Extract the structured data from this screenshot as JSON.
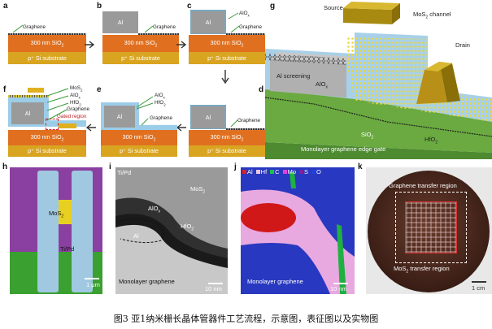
{
  "panels": {
    "a": {
      "letter": "a",
      "graphene": "Graphene",
      "sio2": "300 nm SiO",
      "sio2_sub": "2",
      "substrate": "p⁺ Si substrate"
    },
    "b": {
      "letter": "b",
      "al": "Al",
      "graphene": "Graphene",
      "sio2": "300 nm SiO",
      "sio2_sub": "2",
      "substrate": "p⁺ Si substrate"
    },
    "c": {
      "letter": "c",
      "al": "Al",
      "alox": "AlO",
      "alox_sub": "x",
      "graphene": "Graphene",
      "sio2": "300 nm SiO",
      "sio2_sub": "2",
      "substrate": "p⁺ Si substrate"
    },
    "d": {
      "letter": "d",
      "al": "Al",
      "graphene": "Graphene",
      "sio2": "300 nm SiO",
      "sio2_sub": "2",
      "substrate": "p⁺ Si substrate"
    },
    "e": {
      "letter": "e",
      "al": "Al",
      "alox": "AlO",
      "alox_sub": "x",
      "hfo2": "HfO",
      "hfo2_sub": "2",
      "graphene": "Graphene",
      "sio2": "300 nm SiO",
      "sio2_sub": "2",
      "substrate": "p⁺ Si substrate"
    },
    "f": {
      "letter": "f",
      "mos2": "MoS",
      "mos2_sub": "2",
      "alox": "AlO",
      "alox_sub": "x",
      "hfo2": "HfO",
      "hfo2_sub": "2",
      "graphene": "Graphene",
      "gated": "Gated region",
      "al": "Al",
      "sio2": "300 nm SiO",
      "sio2_sub": "2",
      "substrate": "p⁺ Si substrate"
    },
    "g": {
      "letter": "g",
      "source": "Source",
      "mos2_channel": "MoS",
      "mos2_channel_sub": "2",
      "mos2_channel_tail": " channel",
      "drain": "Drain",
      "al_screening": "Al screening",
      "alox": "AlO",
      "alox_sub": "x",
      "sio2": "SiO",
      "sio2_sub": "2",
      "hfo2": "HfO",
      "hfo2_sub": "2",
      "edge_gate": "Monolayer graphene edge gate"
    },
    "h": {
      "letter": "h",
      "mos2": "MoS",
      "mos2_sub": "2",
      "tipd": "Ti/Pd",
      "scale": "1 μm"
    },
    "i": {
      "letter": "i",
      "tipd": "Ti/Pd",
      "mos2": "MoS",
      "mos2_sub": "2",
      "alox": "AlO",
      "alox_sub": "x",
      "hfo2": "HfO",
      "hfo2_sub": "2",
      "al": "Al",
      "graphene": "Monolayer graphene",
      "scale": "10 nm"
    },
    "j": {
      "letter": "j",
      "legend": [
        {
          "name": "Al",
          "color": "#e02020"
        },
        {
          "name": "Hf",
          "color": "#e8c8e0"
        },
        {
          "name": "C",
          "color": "#20c040"
        },
        {
          "name": "Mo",
          "color": "#e040e0"
        },
        {
          "name": "S",
          "color": "#8020a0"
        },
        {
          "name": "O",
          "color": "#2040e0"
        }
      ],
      "graphene": "Monolayer graphene",
      "scale": "10 nm"
    },
    "k": {
      "letter": "k",
      "graphene_region": "Graphene transfer region",
      "mos2_region": "MoS",
      "mos2_region_sub": "2",
      "mos2_region_tail": " transfer region",
      "scale": "1 cm"
    }
  },
  "caption": "图3 亚1纳米栅长晶体管器件工艺流程，示意图，表征图以及实物图",
  "colors": {
    "substrate": "#d9a520",
    "sio2": "#e07020",
    "al": "#9a9a9a",
    "hfo2": "#9ccde8",
    "graphene": "#404040"
  }
}
